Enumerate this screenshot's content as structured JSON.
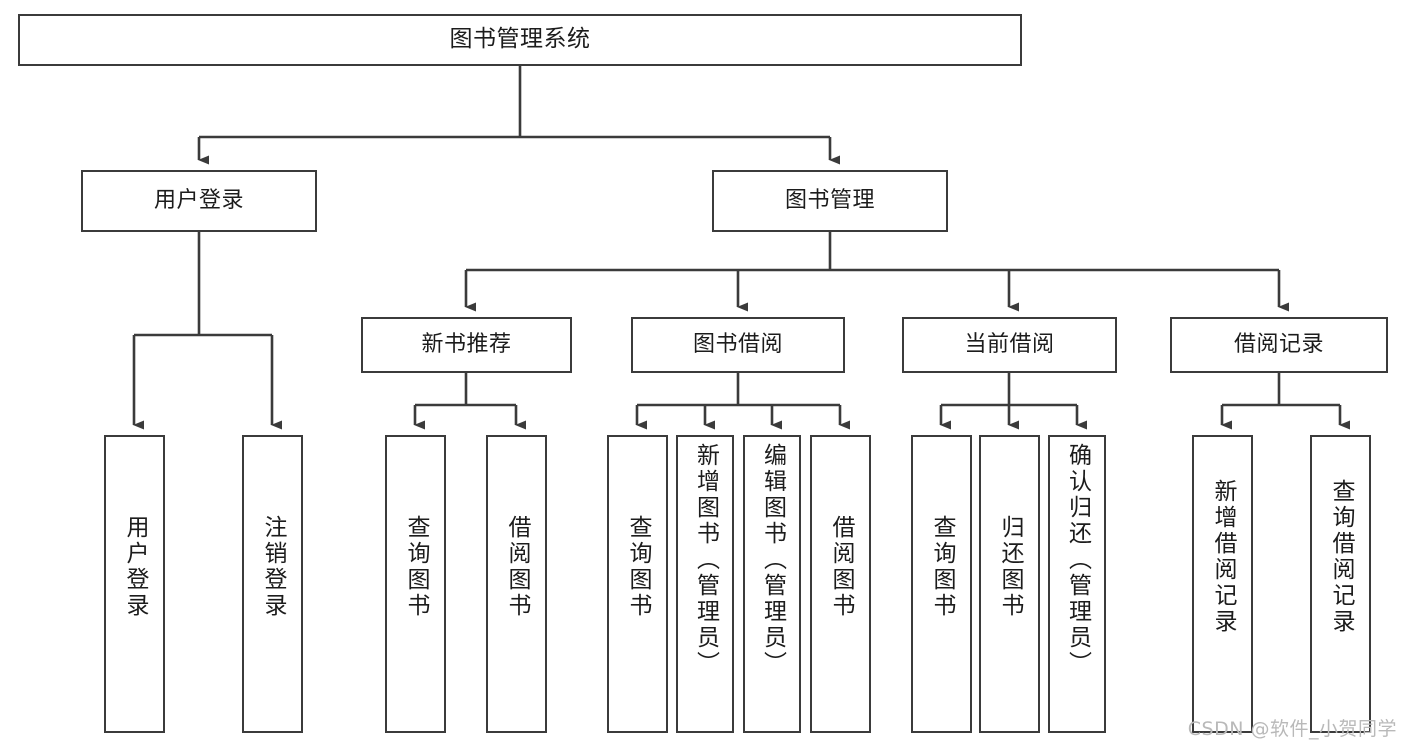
{
  "diagram": {
    "title": "图书管理系统",
    "type": "tree",
    "watermark": "CSDN @软件_小贺同学",
    "colors": {
      "stroke": "#3b3b3b",
      "fill": "#ffffff",
      "text": "#1c1c1c",
      "watermark": "#b9b9b9"
    },
    "root": {
      "label": "图书管理系统"
    },
    "level2": [
      {
        "label": "用户登录"
      },
      {
        "label": "图书管理"
      }
    ],
    "level3": [
      {
        "label": "新书推荐"
      },
      {
        "label": "图书借阅"
      },
      {
        "label": "当前借阅"
      },
      {
        "label": "借阅记录"
      }
    ],
    "leaves": {
      "user_login": [
        {
          "label": "用户登录"
        },
        {
          "label": "注销登录"
        }
      ],
      "new_book_recommend": [
        {
          "label": "查询图书"
        },
        {
          "label": "借阅图书"
        }
      ],
      "book_borrow": [
        {
          "label": "查询图书"
        },
        {
          "label": "新增图书（管理员）"
        },
        {
          "label": "编辑图书（管理员）"
        },
        {
          "label": "借阅图书"
        }
      ],
      "current_borrow": [
        {
          "label": "查询图书"
        },
        {
          "label": "归还图书"
        },
        {
          "label": "确认归还（管理员）"
        }
      ],
      "borrow_record": [
        {
          "label": "新增借阅记录"
        },
        {
          "label": "查询借阅记录"
        }
      ]
    }
  }
}
